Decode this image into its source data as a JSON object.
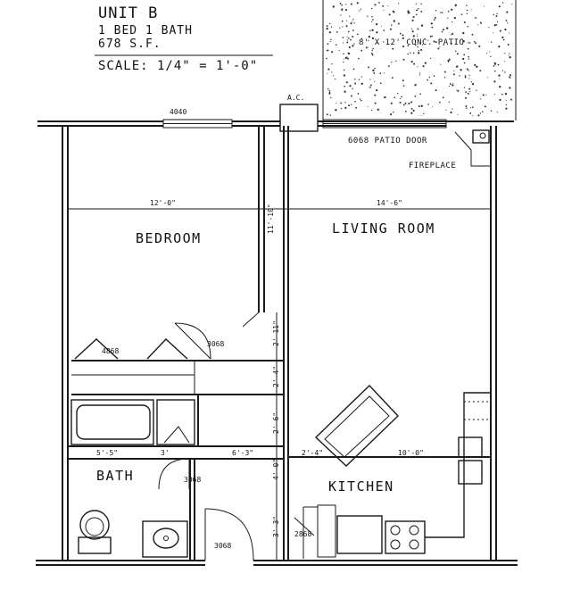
{
  "header": {
    "title": "UNIT B",
    "subtitle": "1 BED 1 BATH",
    "area": "678 S.F.",
    "scale": "SCALE: 1/4\" = 1'-0\""
  },
  "rooms": {
    "bedroom": "BEDROOM",
    "living_room": "LIVING ROOM",
    "bath": "BATH",
    "kitchen": "KITCHEN"
  },
  "notes": {
    "patio": "8' X 12' CONC. PATIO",
    "ac": "A.C.",
    "patio_door": "6068 PATIO DOOR",
    "fireplace": "FIREPLACE"
  },
  "window_labels": {
    "bedroom_window": "4040"
  },
  "door_labels": {
    "closet_4868": "4868",
    "closet_3068": "3068",
    "bath_door": "3068",
    "entry_door": "3068",
    "pantry_door": "2868"
  },
  "dimensions": {
    "bedroom_width": "12'-0\"",
    "living_width": "14'-6\"",
    "depth_upper": "11'-10\"",
    "hall_1": "2'-11\"",
    "hall_2": "2'-4\"",
    "hall_3": "2'-6\"",
    "bath_width": "5'-5\"",
    "closet_width": "3'",
    "hall_width": "6'-3\"",
    "kitchen_a": "2'-4\"",
    "kitchen_b": "10'-0\"",
    "kitchen_depth": "4'-0\"",
    "kitchen_c": "3'-3\""
  }
}
